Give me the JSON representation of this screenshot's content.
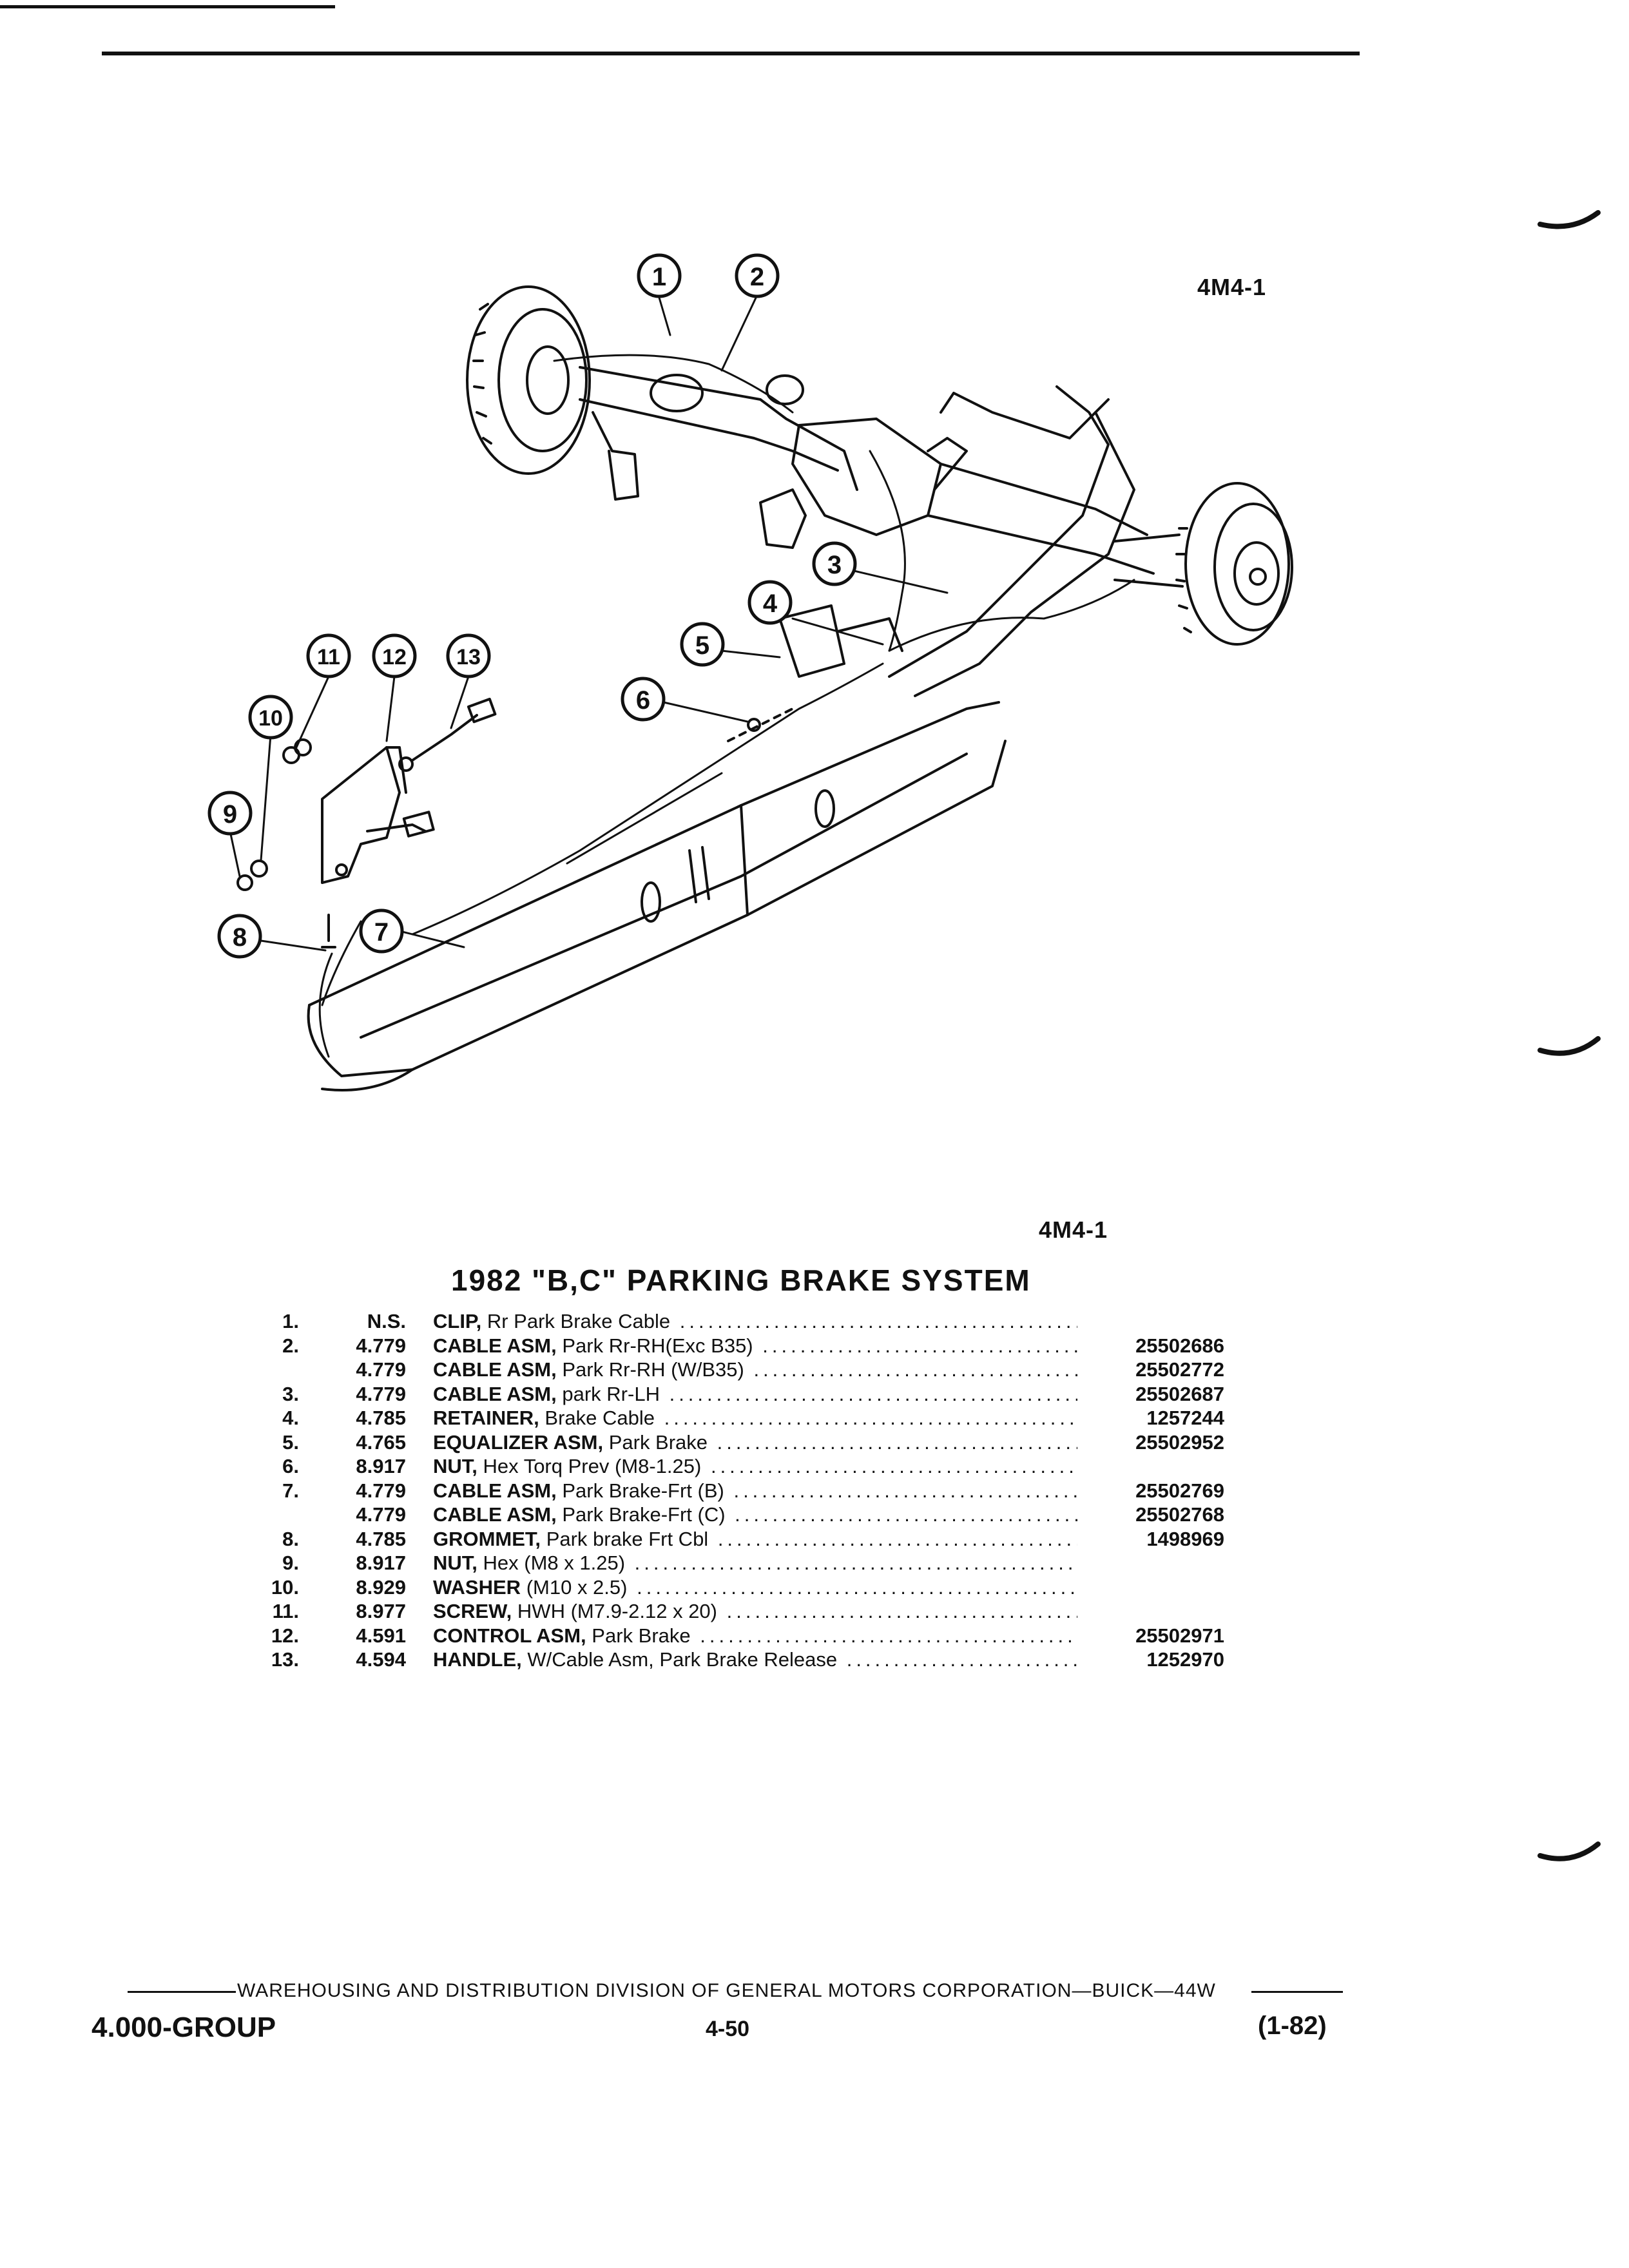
{
  "figure": {
    "code_top": "4M4-1",
    "code_bottom": "4M4-1",
    "callouts": [
      "1",
      "2",
      "3",
      "4",
      "5",
      "6",
      "7",
      "8",
      "9",
      "10",
      "11",
      "12",
      "13"
    ]
  },
  "title": "1982 \"B,C\" PARKING BRAKE SYSTEM",
  "parts": [
    {
      "item": "1.",
      "group": "N.S.",
      "name": "CLIP,",
      "desc": "Rr Park Brake Cable",
      "part": ""
    },
    {
      "item": "2.",
      "group": "4.779",
      "name": "CABLE ASM,",
      "desc": "Park Rr-RH(Exc B35)",
      "part": "25502686"
    },
    {
      "item": "",
      "group": "4.779",
      "name": "CABLE ASM,",
      "desc": "Park Rr-RH (W/B35)",
      "part": "25502772"
    },
    {
      "item": "3.",
      "group": "4.779",
      "name": "CABLE ASM,",
      "desc": "park Rr-LH",
      "part": "25502687"
    },
    {
      "item": "4.",
      "group": "4.785",
      "name": "RETAINER,",
      "desc": "Brake Cable",
      "part": "1257244"
    },
    {
      "item": "5.",
      "group": "4.765",
      "name": "EQUALIZER ASM,",
      "desc": "Park Brake",
      "part": "25502952"
    },
    {
      "item": "6.",
      "group": "8.917",
      "name": "NUT,",
      "desc": "Hex Torq Prev (M8-1.25)",
      "part": ""
    },
    {
      "item": "7.",
      "group": "4.779",
      "name": "CABLE ASM,",
      "desc": "Park Brake-Frt (B)",
      "part": "25502769"
    },
    {
      "item": "",
      "group": "4.779",
      "name": "CABLE ASM,",
      "desc": "Park Brake-Frt (C)",
      "part": "25502768"
    },
    {
      "item": "8.",
      "group": "4.785",
      "name": "GROMMET,",
      "desc": "Park brake Frt Cbl",
      "part": "1498969"
    },
    {
      "item": "9.",
      "group": "8.917",
      "name": "NUT,",
      "desc": "Hex (M8 x 1.25)",
      "part": ""
    },
    {
      "item": "10.",
      "group": "8.929",
      "name": "WASHER",
      "desc": "(M10 x 2.5)",
      "part": ""
    },
    {
      "item": "11.",
      "group": "8.977",
      "name": "SCREW,",
      "desc": "HWH (M7.9-2.12 x 20)",
      "part": ""
    },
    {
      "item": "12.",
      "group": "4.591",
      "name": "CONTROL ASM,",
      "desc": "Park Brake",
      "part": "25502971"
    },
    {
      "item": "13.",
      "group": "4.594",
      "name": "HANDLE,",
      "desc": "W/Cable Asm, Park Brake Release",
      "part": "1252970"
    }
  ],
  "footer": {
    "division": "WAREHOUSING AND DISTRIBUTION  DIVISION OF GENERAL MOTORS CORPORATION—BUICK—44W",
    "group": "4.000-GROUP",
    "page": "4-50",
    "date": "(1-82)"
  }
}
